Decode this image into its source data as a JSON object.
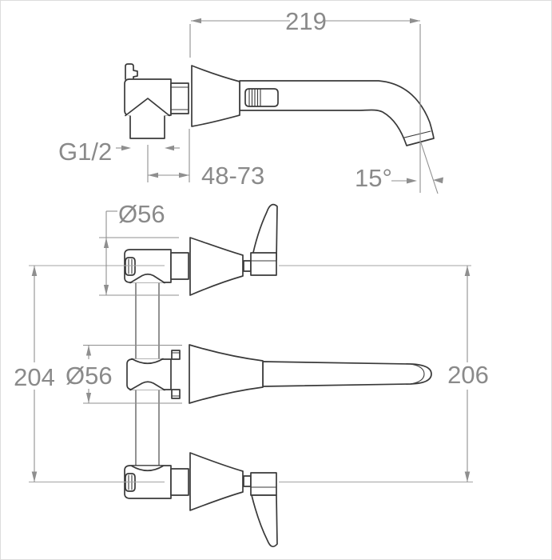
{
  "diagram": {
    "colors": {
      "background": "#ffffff",
      "drawing_line": "#3a3a3a",
      "dimension_line": "#8f8f8f",
      "dimension_text": "#8a8a8a"
    },
    "side_view": {
      "spout_reach": "219",
      "inlet_thread": "G1/2",
      "wall_depth_range": "48-73",
      "spout_angle": "15°"
    },
    "front_view": {
      "top_escutcheon_diameter": "Ø56",
      "middle_escutcheon_diameter": "Ø56",
      "handle_spacing_left": "204",
      "handle_spacing_right": "206"
    }
  }
}
